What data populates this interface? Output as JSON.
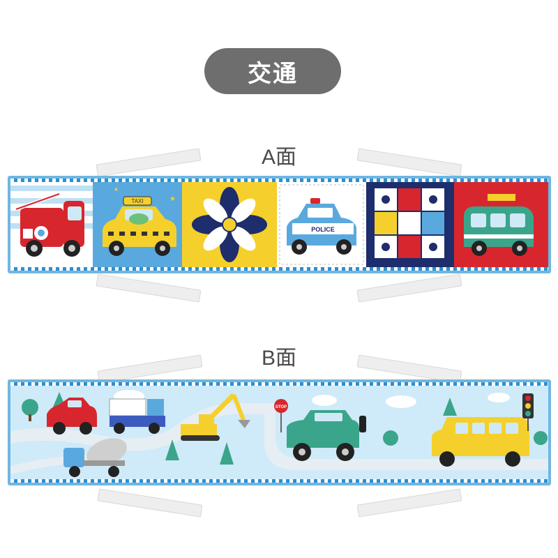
{
  "title": "交通",
  "side_a": {
    "label": "A面",
    "panels": [
      {
        "name": "fire-truck",
        "bg": "#ffffff"
      },
      {
        "name": "taxi",
        "bg": "#5aa9de",
        "sign": "TAXI"
      },
      {
        "name": "pinwheel",
        "bg": "#f5d02c"
      },
      {
        "name": "police-car",
        "bg": "#ffffff",
        "door_text": "POLICE"
      },
      {
        "name": "color-grid",
        "bg": "#1e2d6b"
      },
      {
        "name": "bus",
        "bg": "#d8262e"
      }
    ]
  },
  "side_b": {
    "label": "B面",
    "stop_sign": "STOP"
  },
  "colors": {
    "pill": "#6e6e6e",
    "strip_border": "#6fb7e0",
    "scene_sky": "#cfeaf8",
    "road": "#e6eef3"
  }
}
